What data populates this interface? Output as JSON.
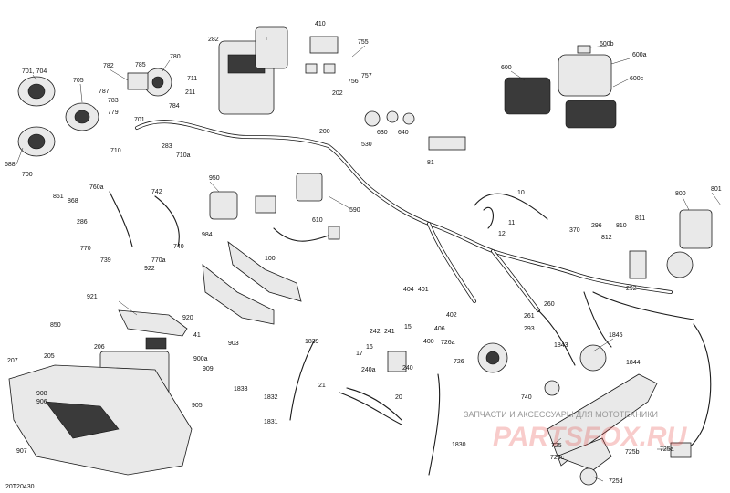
{
  "diagram_ref": "20T20430",
  "watermark": {
    "line1": "ЗАПЧАСТИ И АКСЕССУАРЫ ДЛЯ МОТОТЕХНИКИ",
    "line2": "PARTSFOX.RU"
  },
  "labels": [
    "701, 704",
    "705",
    "782",
    "785",
    "780",
    "711",
    "784",
    "779",
    "783",
    "701",
    "283",
    "710a",
    "787",
    "710",
    "688",
    "700",
    "861",
    "868",
    "760a",
    "742",
    "286",
    "770",
    "739",
    "770a",
    "740",
    "282",
    "410",
    "755",
    "757",
    "756",
    "202",
    "211",
    "200",
    "950",
    "590",
    "610",
    "100",
    "984",
    "922",
    "921",
    "920",
    "903",
    "850",
    "206",
    "205",
    "207",
    "41",
    "900a",
    "909",
    "908",
    "906",
    "905",
    "907",
    "530",
    "630",
    "640",
    "81",
    "600",
    "600b",
    "600a",
    "600c",
    "10",
    "11",
    "12",
    "800",
    "801",
    "370",
    "296",
    "810",
    "811",
    "812",
    "260",
    "292",
    "261",
    "293",
    "1845",
    "1843",
    "1844",
    "404",
    "401",
    "402",
    "406",
    "400",
    "242",
    "241",
    "15",
    "726a",
    "726",
    "17",
    "16",
    "240",
    "240a",
    "21",
    "20",
    "1830",
    "1831",
    "1832",
    "1833",
    "1839",
    "740",
    "725",
    "725a",
    "725b",
    "725c",
    "725d"
  ]
}
